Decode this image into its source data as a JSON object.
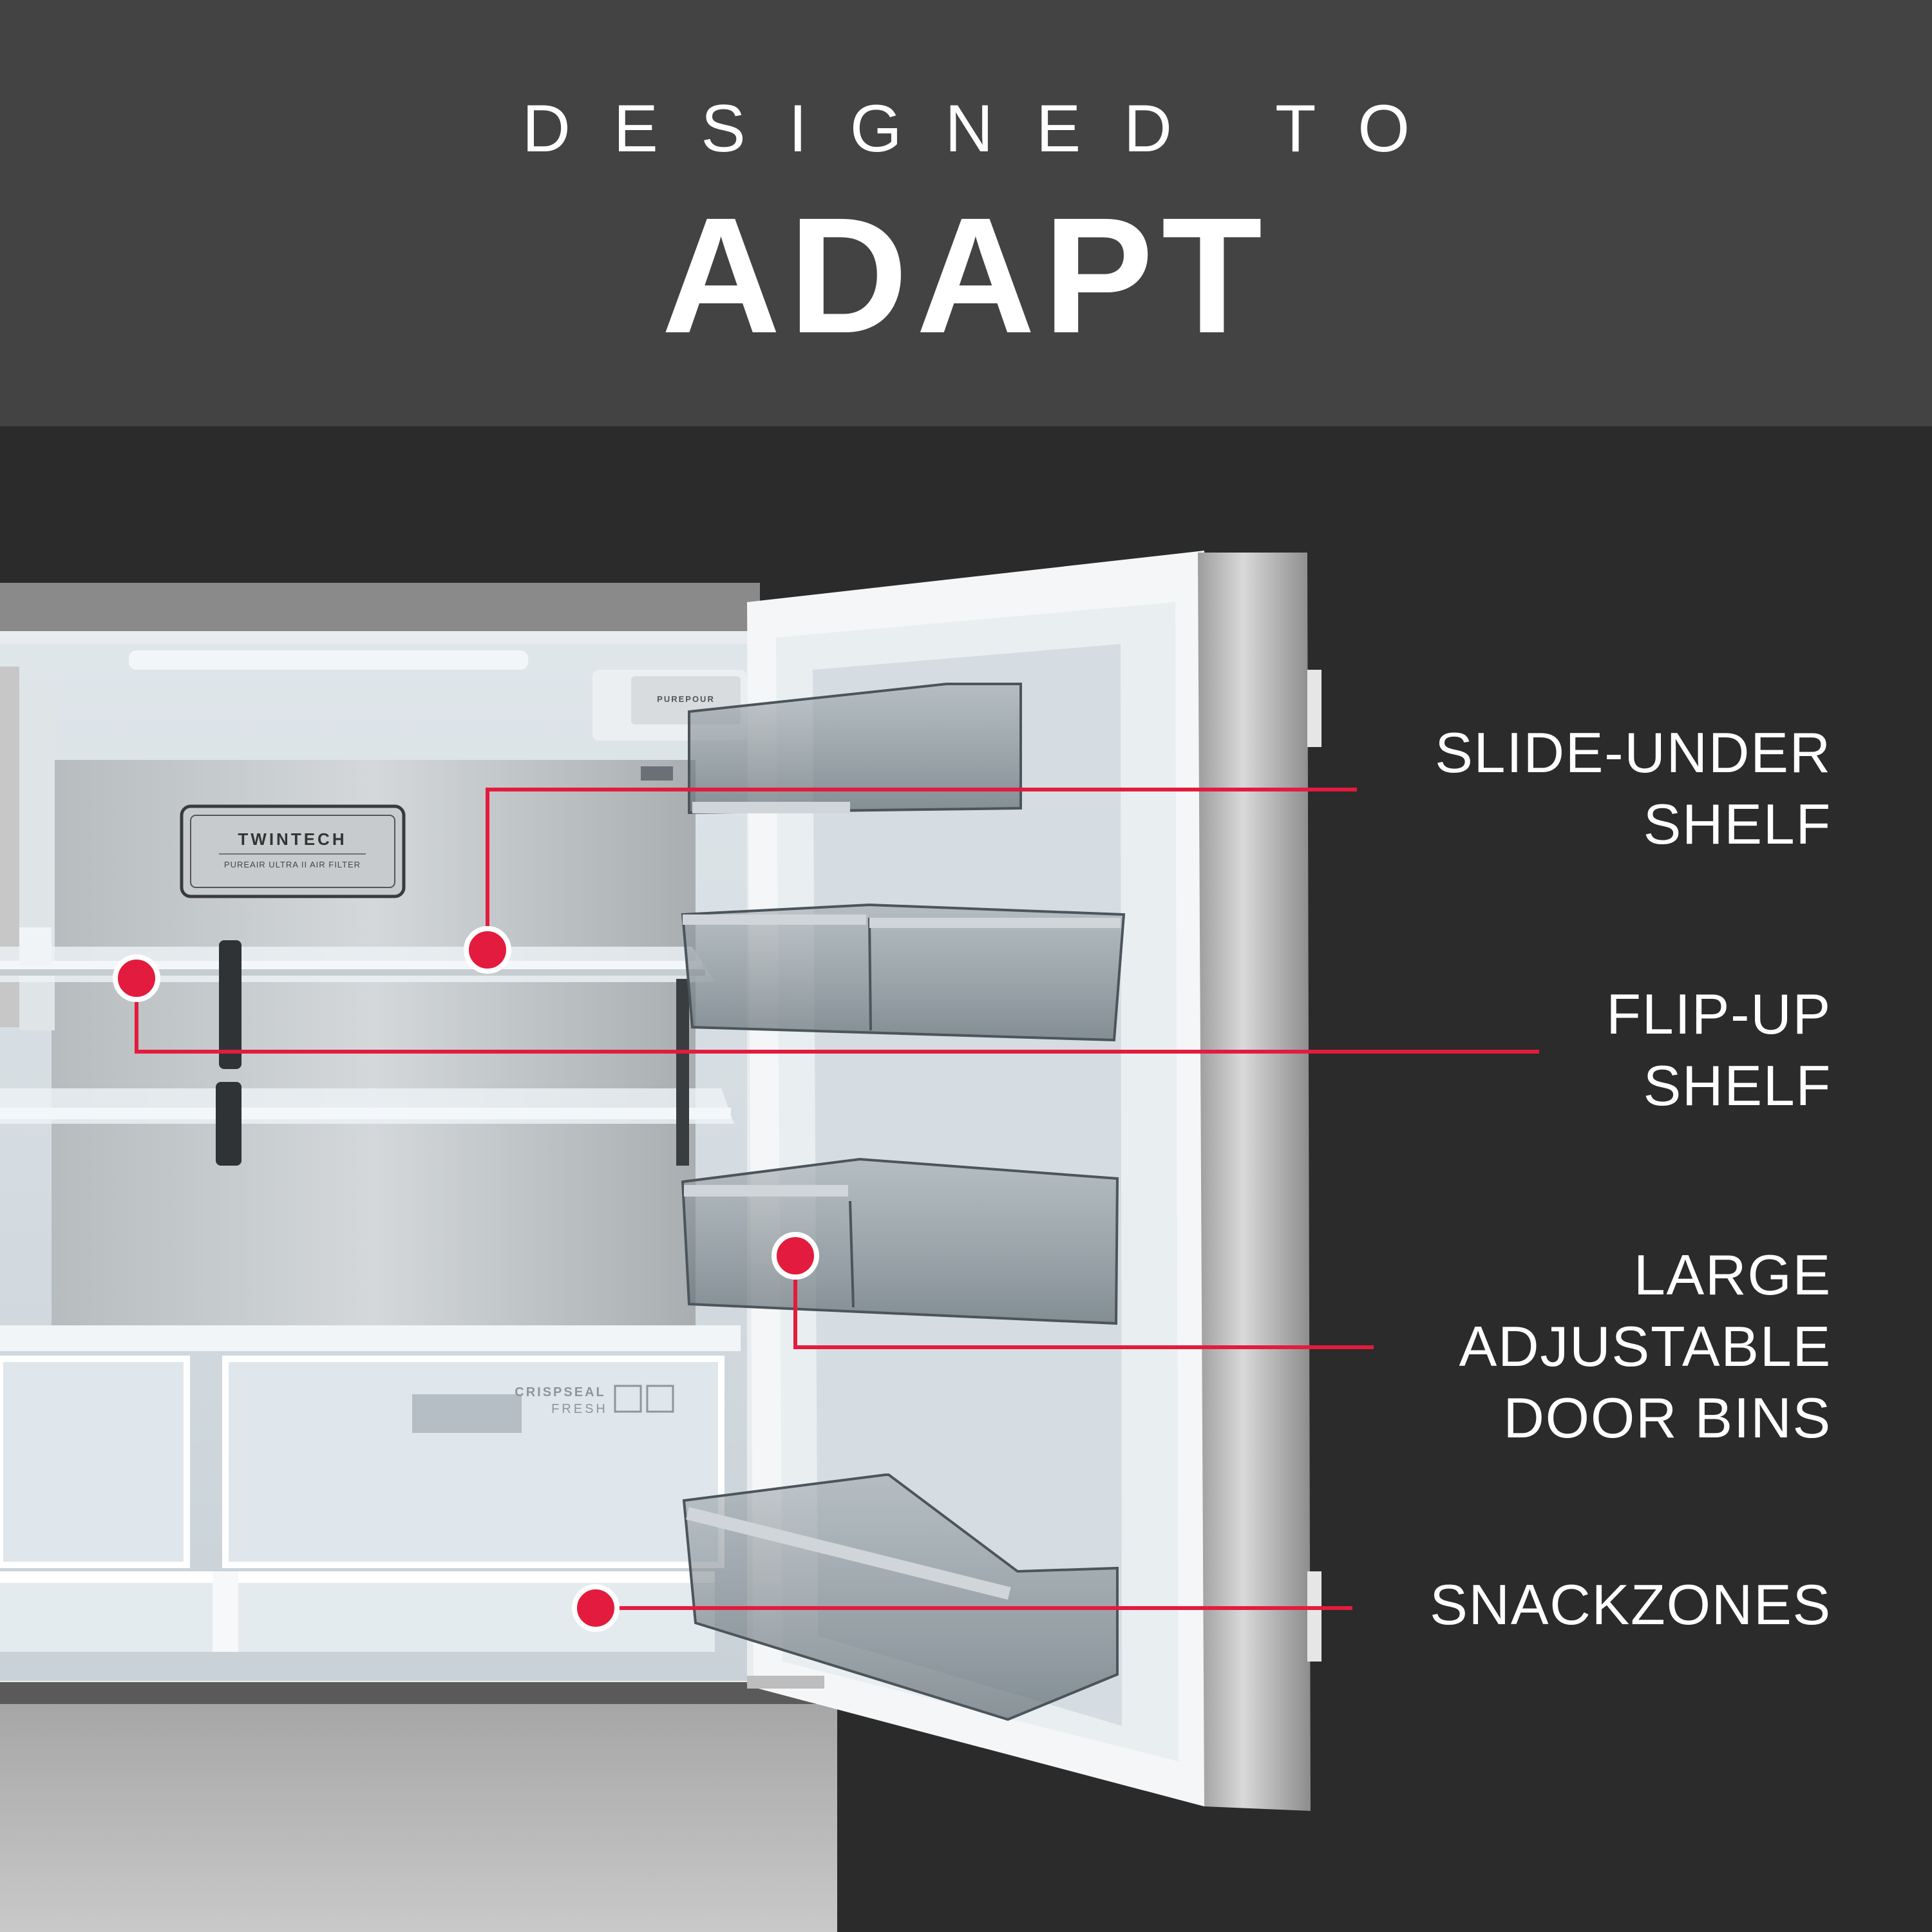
{
  "header": {
    "eyebrow": "DESIGNED TO",
    "headline": "ADAPT"
  },
  "fridge": {
    "badge_title": "TWINTECH",
    "badge_subtitle": "PUREAIR ULTRA II AIR FILTER",
    "dispenser_label": "PUREPOUR",
    "crisper_label": "CRISPSEAL",
    "crisper_sublabel": "FRESH"
  },
  "callouts": [
    {
      "label": "SLIDE-UNDER\nSHELF"
    },
    {
      "label": "FLIP-UP\nSHELF"
    },
    {
      "label": "LARGE\nADJUSTABLE\nDOOR BINS"
    },
    {
      "label": "SNACKZONES"
    }
  ],
  "colors": {
    "header_bg": "#434343",
    "scene_bg": "#2b2b2b",
    "accent": "#e31b3e",
    "text": "#ffffff"
  }
}
